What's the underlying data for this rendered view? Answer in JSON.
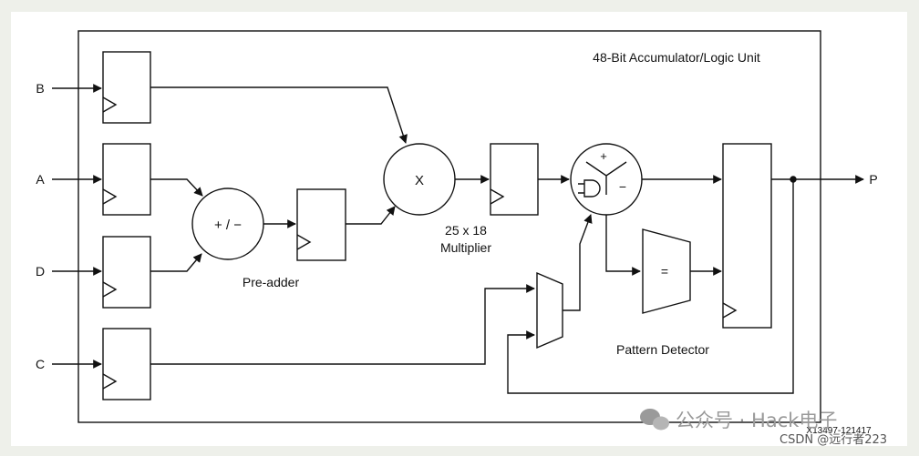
{
  "block_title": "48-Bit Accumulator/Logic Unit",
  "inputs": {
    "b": "B",
    "a": "A",
    "d": "D",
    "c": "C"
  },
  "output": "P",
  "pre_adder": {
    "symbol": "+ / −",
    "label": "Pre-adder"
  },
  "multiplier": {
    "symbol": "X",
    "label_line1": "25 x 18",
    "label_line2": "Multiplier"
  },
  "alu": {
    "plus": "+",
    "minus": "−"
  },
  "comparator": {
    "symbol": "="
  },
  "pattern_detector": "Pattern Detector",
  "figure_id": "X13497-121417",
  "watermark": {
    "text": "公众号 · Hack电子",
    "credit": "CSDN @远行者223"
  },
  "colors": {
    "line": "#111111",
    "background": "#ffffff",
    "frame": "#eef0ea",
    "watermark": "#9a9a9a"
  }
}
